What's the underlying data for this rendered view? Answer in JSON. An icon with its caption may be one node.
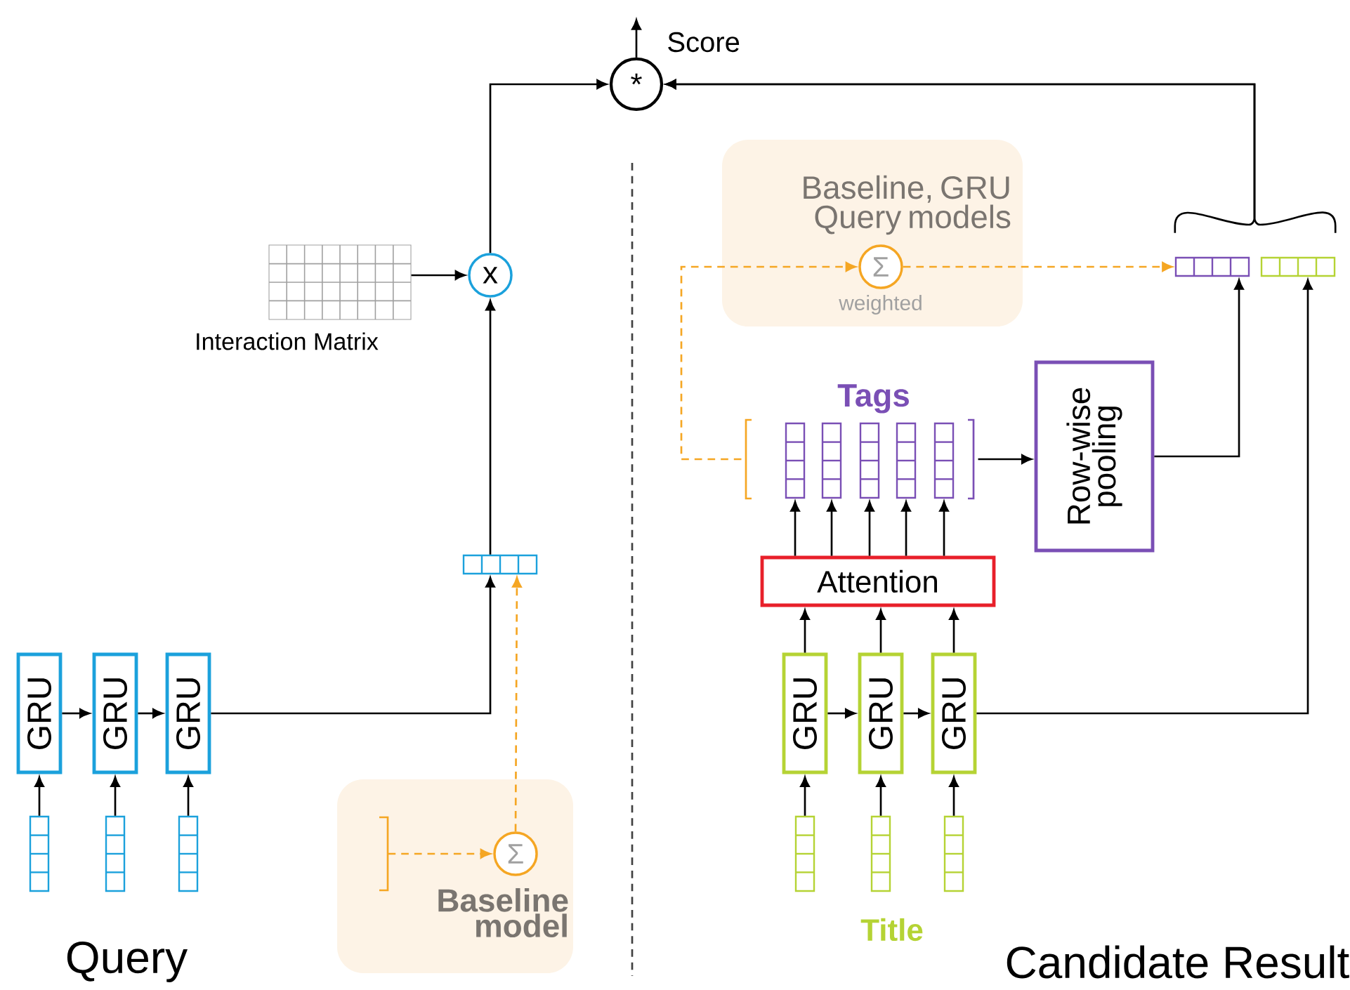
{
  "diagram": {
    "nodes": [
      {
        "text": [
          "*"
        ]
      },
      {
        "text": [
          "x"
        ]
      },
      {
        "text": [],
        "shape": "picture",
        "beside": [
          "Interaction Matrix"
        ]
      },
      {
        "text": [],
        "shape": "box"
      },
      {
        "text": [
          "GRU"
        ]
      },
      {
        "text": [
          "GRU"
        ]
      },
      {
        "text": [
          "GRU"
        ]
      },
      {
        "text": [],
        "shape": "box"
      },
      {
        "text": [],
        "shape": "box"
      },
      {
        "text": [],
        "shape": "box"
      },
      {
        "text": [
          "Baseline model"
        ]
      },
      {
        "text": [
          "Σ"
        ],
        "in": 10
      },
      {
        "text": [],
        "shape": "bracket",
        "in": 10
      },
      {
        "text": [
          "Baseline, GRU Query models"
        ]
      },
      {
        "text": [
          "Σ"
        ],
        "in": 13,
        "beside": [
          "weighted"
        ]
      },
      {
        "text": [
          "Tags"
        ]
      },
      {
        "text": [],
        "shape": "box",
        "in": 15
      },
      {
        "text": [],
        "shape": "box",
        "in": 15
      },
      {
        "text": [],
        "shape": "box",
        "in": 15
      },
      {
        "text": [],
        "shape": "box",
        "in": 15
      },
      {
        "text": [],
        "shape": "box",
        "in": 15
      },
      {
        "text": [
          "Attention"
        ]
      },
      {
        "text": [
          "GRU"
        ]
      },
      {
        "text": [
          "GRU"
        ]
      },
      {
        "text": [
          "GRU"
        ]
      },
      {
        "text": [],
        "shape": "box"
      },
      {
        "text": [],
        "shape": "box"
      },
      {
        "text": [],
        "shape": "box"
      },
      {
        "text": [
          "Row-wise pooling"
        ]
      },
      {
        "text": [],
        "shape": "box"
      },
      {
        "text": [],
        "shape": "box"
      }
    ],
    "edges": [
      {
        "from": 0,
        "to": null,
        "arrow": "to"
      },
      {
        "from": 1,
        "to": 0,
        "arrow": "to"
      },
      {
        "from": 2,
        "to": 1,
        "arrow": "to"
      },
      {
        "from": 3,
        "to": 1,
        "arrow": "to"
      },
      {
        "from": 6,
        "to": 3,
        "arrow": "to"
      },
      {
        "from": 4,
        "to": 5,
        "arrow": "to"
      },
      {
        "from": 5,
        "to": 6,
        "arrow": "to"
      },
      {
        "from": 7,
        "to": 4,
        "arrow": "to"
      },
      {
        "from": 8,
        "to": 5,
        "arrow": "to"
      },
      {
        "from": 9,
        "to": 6,
        "arrow": "to"
      },
      {
        "from": 12,
        "to": 11,
        "arrow": "to",
        "style": "dashed",
        "color": "#f5a623"
      },
      {
        "from": 11,
        "to": 3,
        "arrow": "to",
        "style": "dashed",
        "color": "#f5a623"
      },
      {
        "from": 15,
        "to": 14,
        "arrow": "to",
        "style": "dashed",
        "color": "#f5a623"
      },
      {
        "from": 14,
        "to": 29,
        "arrow": "to",
        "style": "dashed",
        "color": "#f5a623"
      },
      {
        "from": 15,
        "to": 28,
        "arrow": "to"
      },
      {
        "from": 28,
        "to": 29,
        "arrow": "to"
      },
      {
        "from": 22,
        "to": 23,
        "arrow": "to"
      },
      {
        "from": 23,
        "to": 24,
        "arrow": "to"
      },
      {
        "from": 25,
        "to": 22,
        "arrow": "to"
      },
      {
        "from": 26,
        "to": 23,
        "arrow": "to"
      },
      {
        "from": 27,
        "to": 24,
        "arrow": "to"
      },
      {
        "from": 22,
        "to": 21,
        "arrow": "to"
      },
      {
        "from": 23,
        "to": 21,
        "arrow": "to"
      },
      {
        "from": 24,
        "to": 21,
        "arrow": "to"
      },
      {
        "from": 21,
        "to": 16,
        "arrow": "to"
      },
      {
        "from": 21,
        "to": 17,
        "arrow": "to"
      },
      {
        "from": 21,
        "to": 18,
        "arrow": "to"
      },
      {
        "from": 21,
        "to": 19,
        "arrow": "to"
      },
      {
        "from": 21,
        "to": 20,
        "arrow": "to"
      },
      {
        "from": 24,
        "to": 30,
        "arrow": "to"
      },
      {
        "from": 29,
        "to": 0,
        "arrow": "to"
      },
      {
        "from": 30,
        "to": 0,
        "arrow": "to"
      }
    ],
    "labels": [
      "Score",
      "Query",
      "Title",
      "Candidate Result"
    ]
  }
}
